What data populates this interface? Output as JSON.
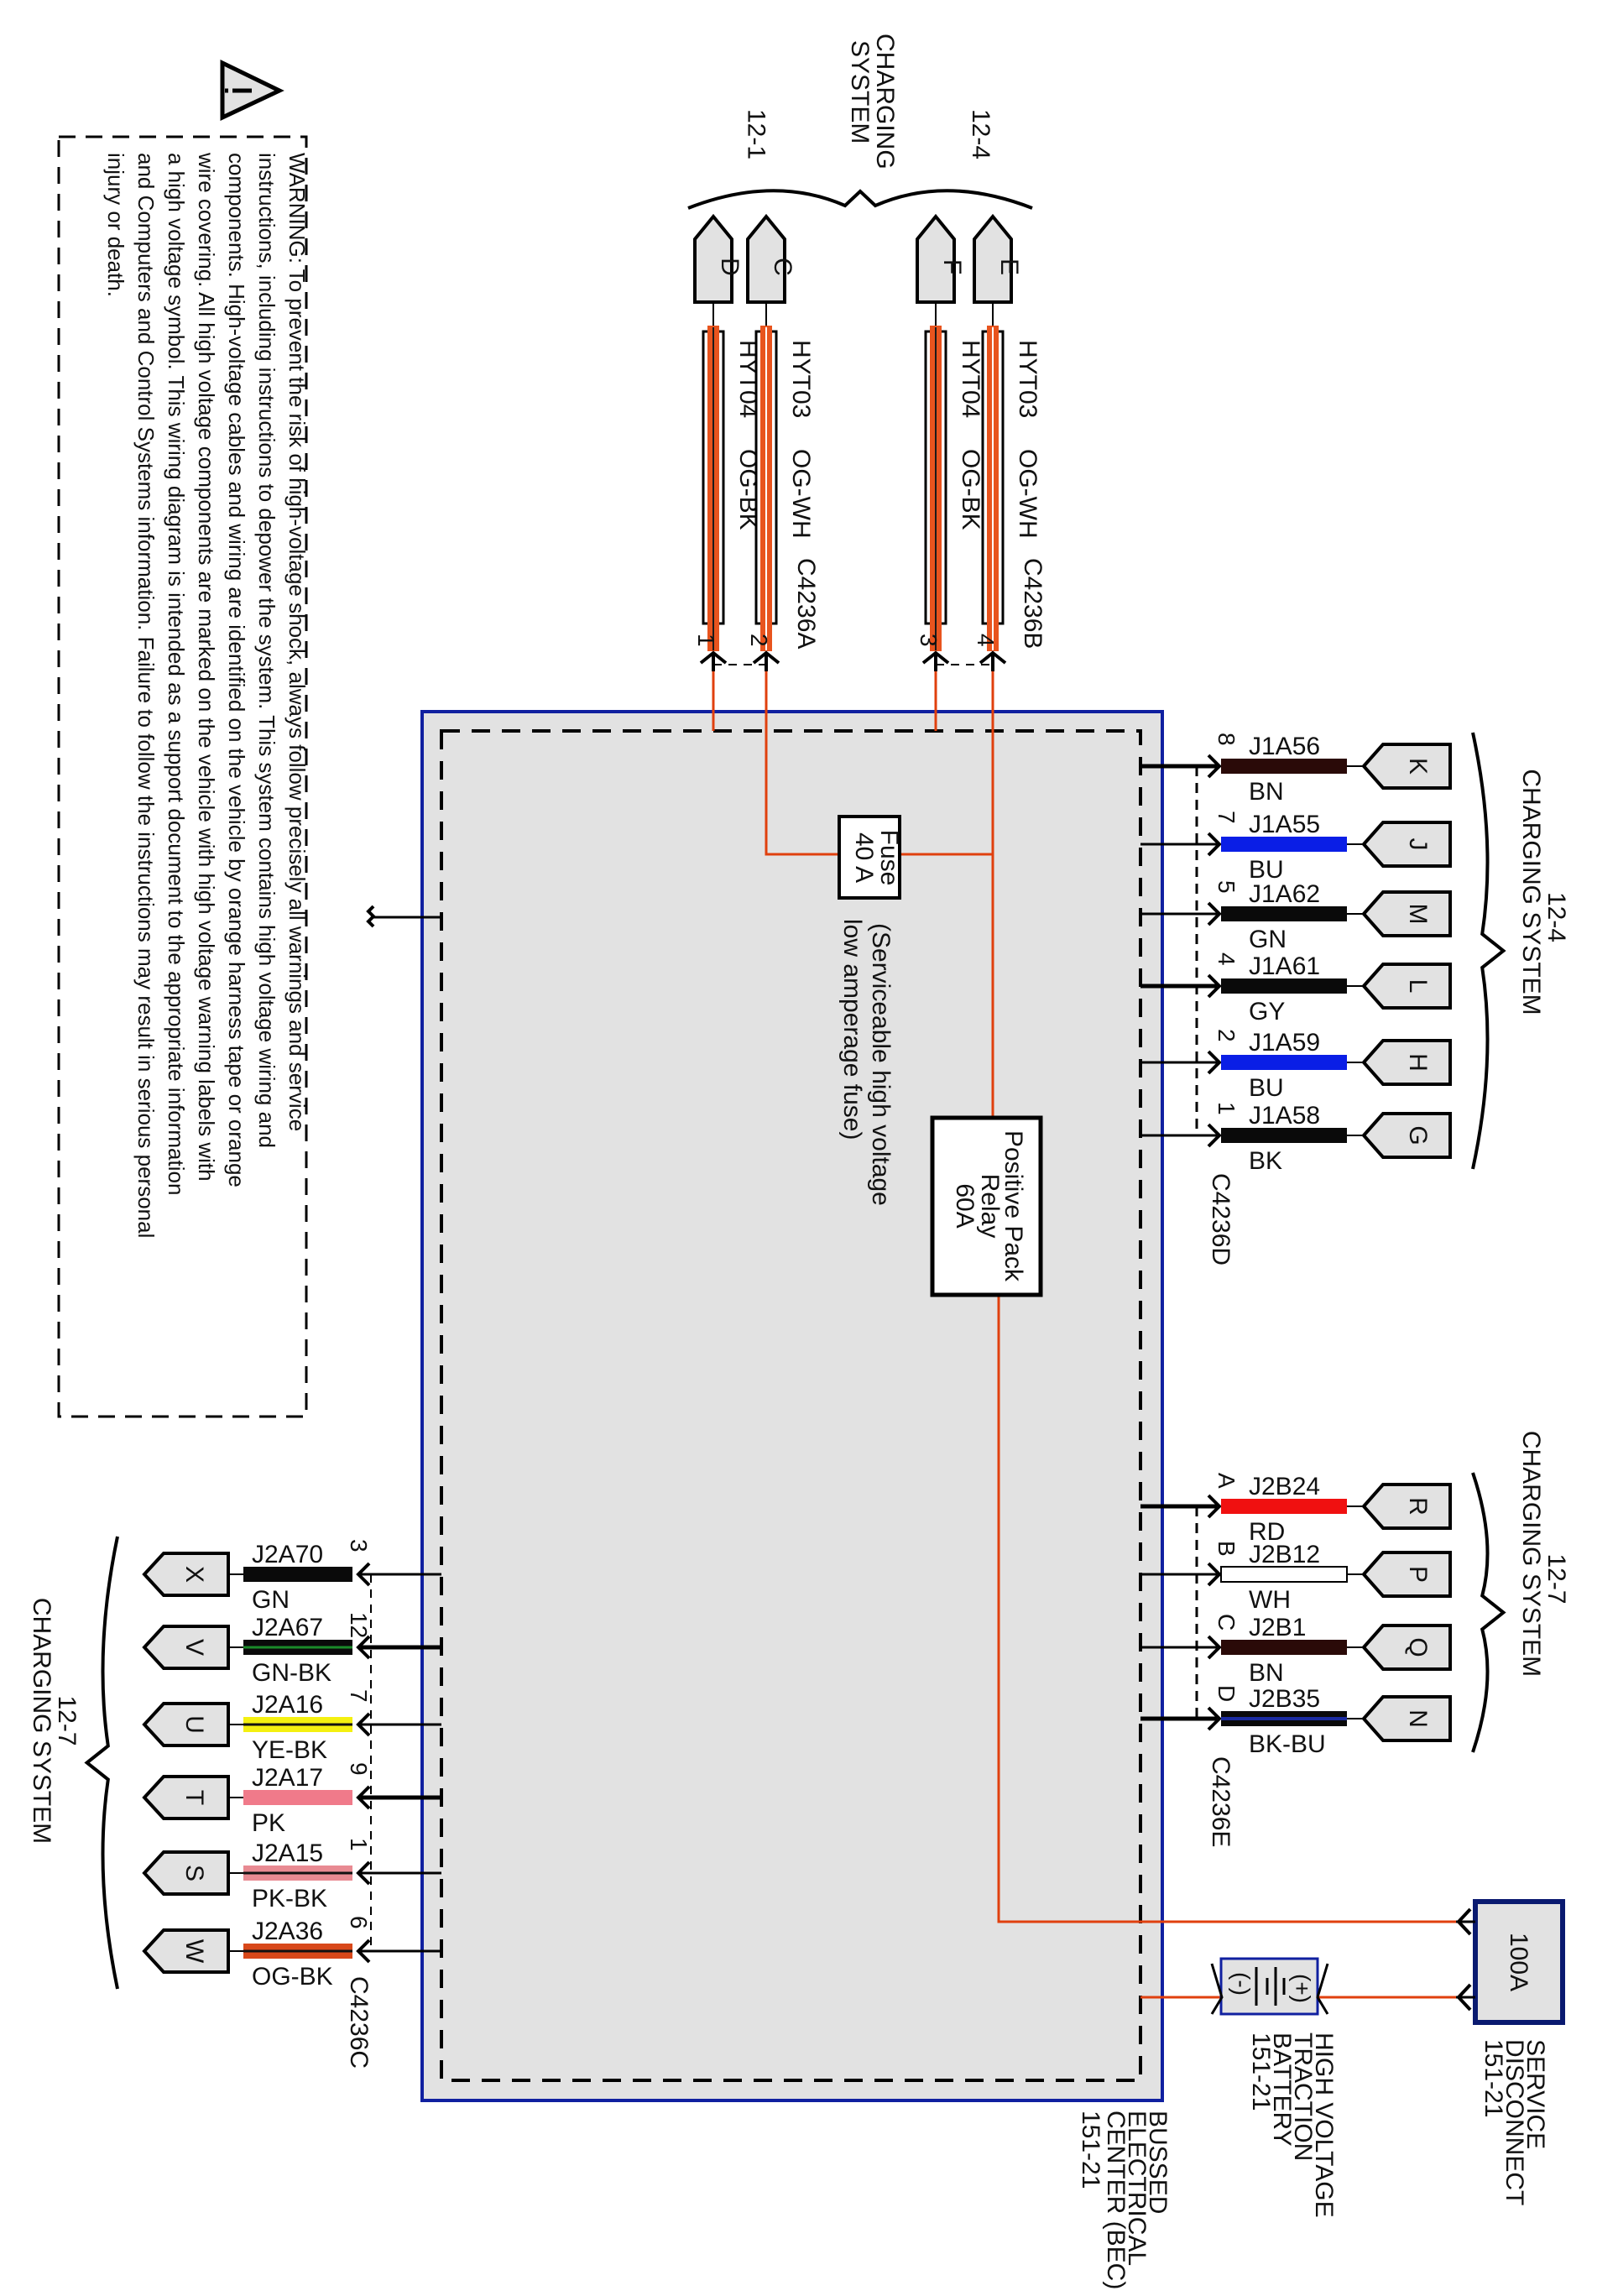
{
  "warning": {
    "icon": "warning-triangle-icon",
    "lines": [
      "WARNING: To prevent the risk of high-voltage shock, always follow precisely all warnings and service",
      "instructions, including instructions to depower the system. This system contains high voltage wiring and",
      "components. High-voltage cables and wiring are identified on the vehicle by orange harness tape or orange",
      "wire covering. All high voltage components are marked on the vehicle with high voltage warning labels with",
      "a high voltage symbol. This wiring diagram is intended as a support document to the appropriate information",
      "and Computers and Control Systems information. Failure to follow the instructions may result in serious personal",
      "injury or death."
    ]
  },
  "top_group": {
    "title_line1": "CHARGING",
    "title_line2": "SYSTEM",
    "subgroups": [
      {
        "ref": "12-1",
        "connector_label": "C4236A",
        "wires": [
          {
            "connector": "D",
            "circuit": "HYT04",
            "color": "OG-BK",
            "pin": "1",
            "color_main": "#e8541e",
            "color_stripe": "#1a1a1a"
          },
          {
            "connector": "C",
            "circuit": "HYT03",
            "color": "OG-WH",
            "pin": "2",
            "color_main": "#e8541e",
            "color_stripe": "#ffffff"
          }
        ]
      },
      {
        "ref": "12-4",
        "connector_label": "C4236B",
        "wires": [
          {
            "connector": "F",
            "circuit": "HYT04",
            "color": "OG-BK",
            "pin": "3",
            "color_main": "#e8541e",
            "color_stripe": "#1a1a1a"
          },
          {
            "connector": "E",
            "circuit": "HYT03",
            "color": "OG-WH",
            "pin": "4",
            "color_main": "#e8541e",
            "color_stripe": "#ffffff"
          }
        ]
      }
    ]
  },
  "right_group_a": {
    "ref": "12-4",
    "title": "CHARGING SYSTEM",
    "connector_label": "C4236D",
    "wires": [
      {
        "connector": "K",
        "circuit": "J1A56",
        "color": "BN",
        "pin": "8",
        "fill": "#2a0a08",
        "stripe": ""
      },
      {
        "connector": "J",
        "circuit": "J1A55",
        "color": "BU",
        "pin": "7",
        "fill": "#0a1ee6",
        "stripe": ""
      },
      {
        "connector": "M",
        "circuit": "J1A62",
        "color": "GN",
        "pin": "5",
        "fill": "#0a0a0a",
        "stripe": ""
      },
      {
        "connector": "L",
        "circuit": "J1A61",
        "color": "GY",
        "pin": "4",
        "fill": "#0a0a0a",
        "stripe": ""
      },
      {
        "connector": "H",
        "circuit": "J1A59",
        "color": "BU",
        "pin": "2",
        "fill": "#0a1ee6",
        "stripe": ""
      },
      {
        "connector": "G",
        "circuit": "J1A58",
        "color": "BK",
        "pin": "1",
        "fill": "#0a0a0a",
        "stripe": ""
      }
    ]
  },
  "right_group_b": {
    "ref": "12-7",
    "title": "CHARGING SYSTEM",
    "connector_label": "C4236E",
    "wires": [
      {
        "connector": "R",
        "circuit": "J2B24",
        "color": "RD",
        "pin": "A",
        "fill": "#f01010",
        "stripe": ""
      },
      {
        "connector": "P",
        "circuit": "J2B12",
        "color": "WH",
        "pin": "B",
        "fill": "#ffffff",
        "stripe": ""
      },
      {
        "connector": "Q",
        "circuit": "J2B1",
        "color": "BN",
        "pin": "C",
        "fill": "#2a0a08",
        "stripe": ""
      },
      {
        "connector": "N",
        "circuit": "J2B35",
        "color": "BK-BU",
        "pin": "D",
        "fill": "#0a0a0a",
        "stripe": "#1a2aa0"
      }
    ]
  },
  "left_group": {
    "ref": "12-7",
    "title": "CHARGING SYSTEM",
    "connector_label": "C4236C",
    "wires": [
      {
        "connector": "X",
        "circuit": "J2A70",
        "color": "GN",
        "pin": "3",
        "fill": "#0a0a0a",
        "stripe": ""
      },
      {
        "connector": "V",
        "circuit": "J2A67",
        "color": "GN-BK",
        "pin": "12",
        "fill": "#0a0a0a",
        "stripe": "#1a8a2a"
      },
      {
        "connector": "U",
        "circuit": "J2A16",
        "color": "YE-BK",
        "pin": "7",
        "fill": "#f4f010",
        "stripe": "#111111"
      },
      {
        "connector": "T",
        "circuit": "J2A17",
        "color": "PK",
        "pin": "9",
        "fill": "#f07a8a",
        "stripe": ""
      },
      {
        "connector": "S",
        "circuit": "J2A15",
        "color": "PK-BK",
        "pin": "1",
        "fill": "#e88a92",
        "stripe": "#111111"
      },
      {
        "connector": "W",
        "circuit": "J2A36",
        "color": "OG-BK",
        "pin": "6",
        "fill": "#d8481a",
        "stripe": "#111111"
      }
    ]
  },
  "bec": {
    "line1": "BUSSED",
    "line2": "ELECTRICAL",
    "line3": "CENTER (BEC)",
    "ref": "151-21"
  },
  "fuse": {
    "line1": "Fuse",
    "line2": "40 A",
    "note_line1": "(Serviceable high voltage",
    "note_line2": "low amperage fuse)"
  },
  "relay": {
    "line1": "Positive Pack",
    "line2": "Relay",
    "line3": "60A"
  },
  "service_disconnect": {
    "rating": "100A",
    "line1": "SERVICE",
    "line2": "DISCONNECT",
    "ref": "151-21"
  },
  "battery": {
    "plus": "(+)",
    "minus": "(-)",
    "line1": "HIGH VOLTAGE",
    "line2": "TRACTION",
    "line3": "BATTERY",
    "ref": "151-21"
  },
  "ground": {
    "icon": "chassis-ground-icon"
  },
  "colors": {
    "hv_wire": "#e0400e",
    "bec_border": "#1020a0",
    "bec_fill": "#e2e2e2",
    "connector_fill": "#e2e2e2"
  }
}
